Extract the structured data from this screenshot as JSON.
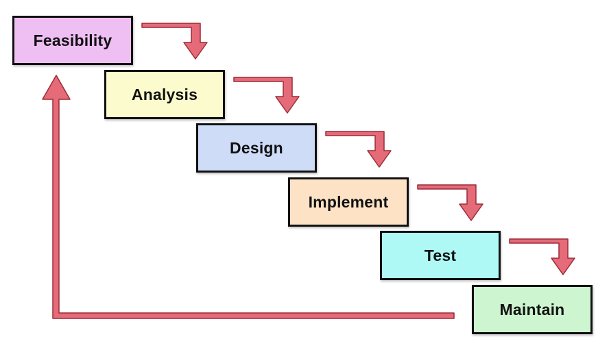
{
  "diagram": {
    "stages": [
      {
        "label": "Feasibility",
        "color": "#efbff3"
      },
      {
        "label": "Analysis",
        "color": "#fbfbcd"
      },
      {
        "label": "Design",
        "color": "#cfdcf8"
      },
      {
        "label": "Implement",
        "color": "#fde2c6"
      },
      {
        "label": "Test",
        "color": "#aef8f5"
      },
      {
        "label": "Maintain",
        "color": "#cdf5d0"
      }
    ],
    "arrow_fill": "#e56b78",
    "arrow_stroke": "#9c2a38",
    "stage_border": "#111111"
  }
}
